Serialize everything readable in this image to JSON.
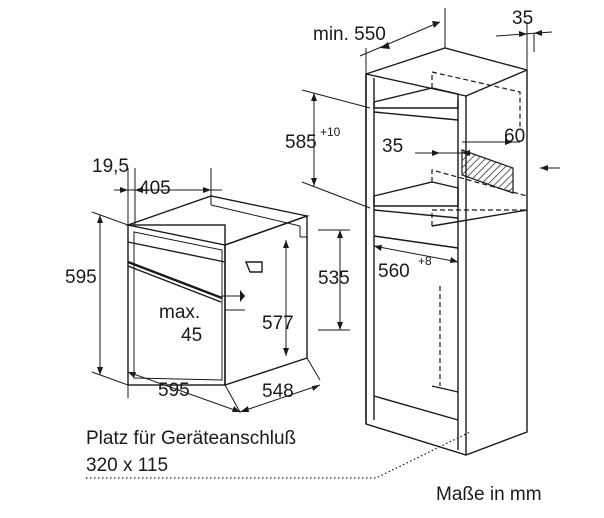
{
  "dimensions": {
    "oven_width_top": "405",
    "oven_depth_small": "19,5",
    "oven_height": "595",
    "oven_width": "595",
    "oven_depth": "548",
    "front_height": "535",
    "niche_height": "577",
    "max_label": "max.",
    "max_value": "45",
    "cabinet_min_label": "min. 550",
    "cabinet_top_right": "35",
    "niche_height_cabinet": "585",
    "niche_height_tolerance": "+10",
    "vent_depth": "35",
    "vent_width": "60",
    "niche_width": "560",
    "niche_width_tolerance": "+8"
  },
  "notes": {
    "connection_space_line1": "Platz für Geräteanschluß",
    "connection_space_line2": "320 x 115",
    "units": "Maße in mm"
  }
}
